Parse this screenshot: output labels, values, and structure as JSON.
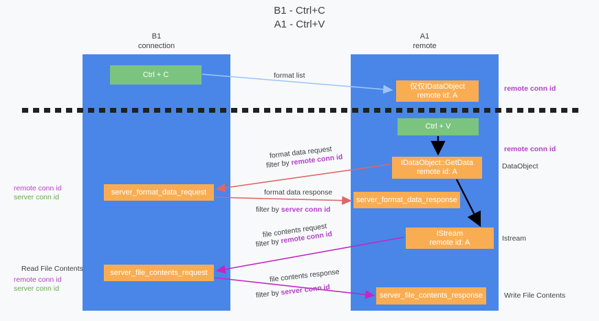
{
  "title": {
    "line1": "B1 - Ctrl+C",
    "line2": "A1 - Ctrl+V"
  },
  "lanes": [
    {
      "id": "b1",
      "name": "B1",
      "sub": "connection",
      "color": "#4a86e8"
    },
    {
      "id": "a1",
      "name": "A1",
      "sub": "remote",
      "color": "#4a86e8"
    }
  ],
  "colors": {
    "lane": "#4a86e8",
    "green_box": "#7bc47f",
    "orange_box": "#f9ad52",
    "purple_text": "#b341c8",
    "green_text": "#6aa84f",
    "arrow_lightblue": "#9fc5f8",
    "arrow_red": "#e06666",
    "arrow_magenta": "#c327c3",
    "arrow_black": "#000000",
    "divider": "#212121",
    "background": "#f8f9fa"
  },
  "boxes": {
    "ctrl_c": {
      "label": "Ctrl + C",
      "kind": "green",
      "lane": "b1"
    },
    "ctrl_v": {
      "label": "Ctrl + V",
      "kind": "green",
      "lane": "a1"
    },
    "idataobject": {
      "line1": "仅仅IDataObject",
      "line2": "remote id: A",
      "kind": "orange",
      "lane": "a1"
    },
    "getdata": {
      "line1": "IDataObject::GetData",
      "line2": "remote id: A",
      "kind": "orange",
      "lane": "a1"
    },
    "format_data_response": {
      "label": "server_format_data_response",
      "kind": "orange",
      "lane": "a1"
    },
    "istream": {
      "line1": "IStream",
      "line2": "remote id: A",
      "kind": "orange",
      "lane": "a1"
    },
    "file_contents_response": {
      "label": "server_file_contents_response",
      "kind": "orange",
      "lane": "a1"
    },
    "format_data_request": {
      "label": "server_format_data_request",
      "kind": "orange",
      "lane": "b1"
    },
    "file_contents_request": {
      "label": "server_file_contents_request",
      "kind": "orange",
      "lane": "b1"
    }
  },
  "flow_labels": {
    "format_list": "format list",
    "format_data_request": "format data request",
    "format_data_request_filter_prefix": "filter by ",
    "format_data_request_filter_key": "remote conn id",
    "format_data_response": "format data response",
    "format_data_response_filter_prefix": "filter by ",
    "format_data_response_filter_key": "server conn id",
    "file_contents_request": "file contents request",
    "file_contents_request_filter_prefix": "filter by ",
    "file_contents_request_filter_key": "remote conn id",
    "file_contents_response": "file contents response",
    "file_contents_response_filter_prefix": "filter by ",
    "file_contents_response_filter_key": "server conn id"
  },
  "annotations": {
    "right": [
      {
        "text": "remote conn id",
        "style": "purple-bold"
      },
      {
        "text": "remote conn id",
        "style": "purple-bold"
      },
      {
        "text": "DataObject",
        "style": "dark"
      },
      {
        "text": "Istream",
        "style": "dark"
      },
      {
        "text": "Write File Contents",
        "style": "dark"
      }
    ],
    "left": [
      {
        "text": "remote conn id",
        "style": "purple-bold"
      },
      {
        "text": "server conn id",
        "style": "green-bold"
      },
      {
        "text": "Read File Contents",
        "style": "dark"
      },
      {
        "text": "remote conn id",
        "style": "purple-bold"
      },
      {
        "text": "server conn id",
        "style": "green-bold"
      }
    ]
  }
}
